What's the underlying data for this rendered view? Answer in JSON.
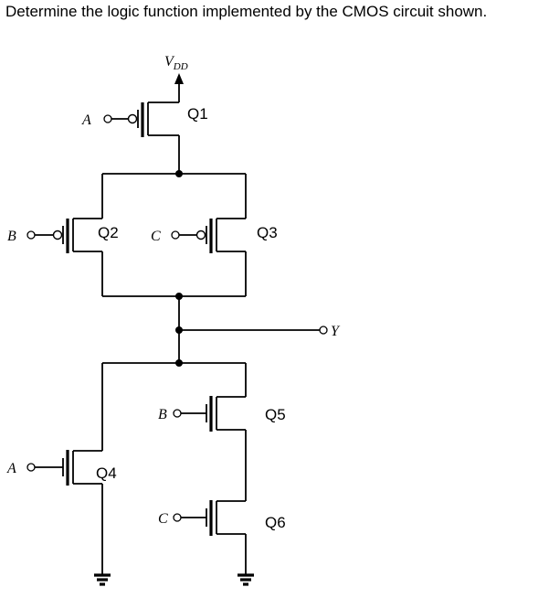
{
  "question": "Determine the logic function implemented by the CMOS circuit shown.",
  "supply": {
    "label": "V",
    "subscript": "DD"
  },
  "transistors": {
    "q1": {
      "label": "Q1",
      "input": "A"
    },
    "q2": {
      "label": "Q2",
      "input": "B"
    },
    "q3": {
      "label": "Q3",
      "input": "C"
    },
    "q4": {
      "label": "Q4",
      "input": "A"
    },
    "q5": {
      "label": "Q5",
      "input": "B"
    },
    "q6": {
      "label": "Q6",
      "input": "C"
    }
  },
  "output": {
    "label": "Y"
  }
}
